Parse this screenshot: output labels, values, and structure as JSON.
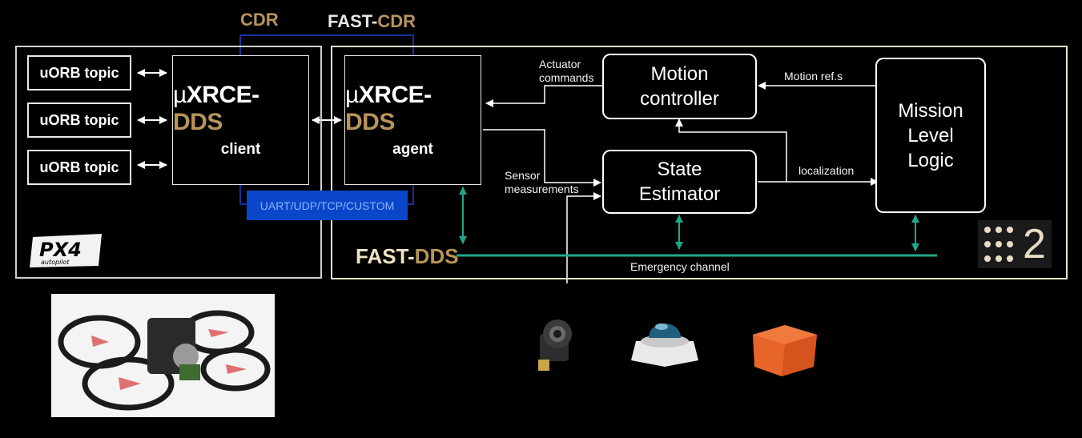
{
  "header": {
    "cdr_label": "CDR",
    "fast_cdr_prefix": "FAST-",
    "fast_cdr_suffix": "CDR"
  },
  "px4_side": {
    "uorb_topics": [
      "uORB topic",
      "uORB topic",
      "uORB topic"
    ],
    "client": {
      "mu": "µ",
      "xrce": "XRCE-",
      "dds": "DDS",
      "role": "client"
    },
    "logo_text": "PX4 autopilot"
  },
  "transport": {
    "label": "UART/UDP/TCP/CUSTOM"
  },
  "ros_side": {
    "agent": {
      "mu": "µ",
      "xrce": "XRCE-",
      "dds": "DDS",
      "role": "agent"
    },
    "motion_controller": "Motion controller",
    "state_estimator": "State Estimator",
    "mission_logic": "Mission Level Logic",
    "labels": {
      "actuator_commands_1": "Actuator",
      "actuator_commands_2": "commands",
      "sensor_measurements_1": "Sensor",
      "sensor_measurements_2": "measurements",
      "motion_refs": "Motion ref.s",
      "localization": "localization",
      "emergency_channel": "Emergency channel"
    },
    "fast_dds": {
      "prefix": "FAST-",
      "suffix": "DDS"
    },
    "ros2_logo_text": "2"
  },
  "colors": {
    "gold": "#b8945a",
    "teal": "#1fa88a",
    "blue_bus": "#1d3fd0",
    "serial_fill": "#0a46c8"
  }
}
